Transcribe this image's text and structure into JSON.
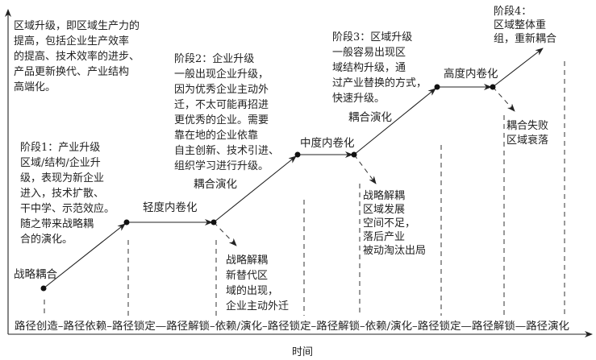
{
  "axes": {
    "x_label": "时间"
  },
  "intro_text": [
    "区域升级，即区域生产力的",
    "提高，包括企业生产效率",
    "的提高、技术效率的进步、",
    "产品更新换代、产业结构",
    "高端化。"
  ],
  "stage1": [
    "阶段1：产业升级",
    "区域/结构/企业升",
    "级，表现为新企业",
    "进入，技术扩散、",
    "干中学、示范效应。",
    "随之带来战略耦",
    "合的演化。"
  ],
  "stage2": [
    "阶段2：企业升级",
    "一般出现企业升级，",
    "因为优秀企业主动外",
    "迁，不太可能再招进",
    "更优秀的企业。需要",
    "靠在地的企业依靠",
    "自主创新、技术引进、",
    "组织学习进行升级。"
  ],
  "stage3": [
    "阶段3：区域升级",
    "一般容易出现区",
    "域结构升级，通",
    "过产业替换的方式，",
    "快速升级。"
  ],
  "stage4": [
    "阶段4：",
    "区域整体重",
    "组，重新耦合"
  ],
  "path_labels": {
    "strategic_coupling": "战略耦合",
    "light_involution": "轻度内卷化",
    "coupling_evolution_1": "耦合演化",
    "medium_involution": "中度内卷化",
    "coupling_evolution_2": "耦合演化",
    "high_involution": "高度内卷化"
  },
  "decoupling1": [
    "战略解耦",
    "新替代区",
    "域的出现，",
    "企业主动外迁"
  ],
  "decoupling2": [
    "战略解耦",
    "区域发展",
    "空间不足，",
    "落后产业",
    "被动淘汰出局"
  ],
  "failure": [
    "耦合失败",
    "区域衰落"
  ],
  "path_sequence": "路径创造–路径依赖–路径锁定—路径解锁–依赖/演化–路径锁定–路径解锁–依赖/演化–路径锁定—路径解锁—路径演化"
}
